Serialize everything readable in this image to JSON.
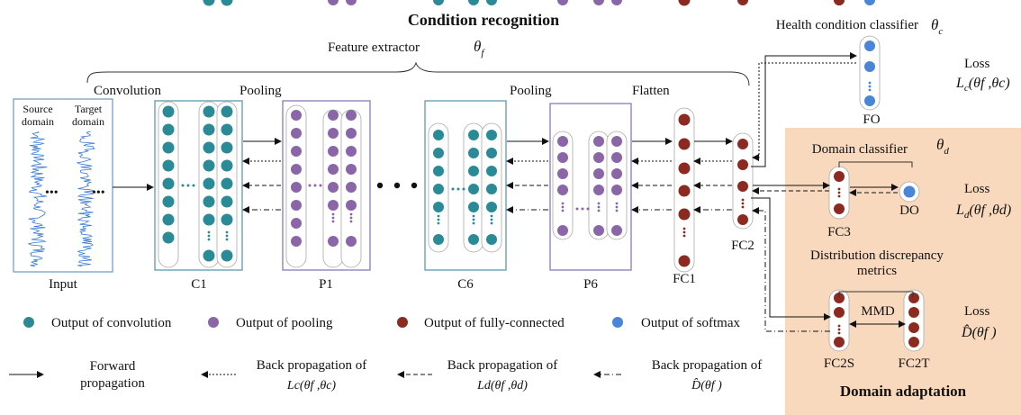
{
  "title": "Condition recognition",
  "feature_extractor": {
    "label": "Feature extractor",
    "symbol": "θ",
    "sub": "f"
  },
  "health_classifier": {
    "label": "Health condition classifier",
    "symbol": "θ",
    "sub": "c"
  },
  "domain_classifier": {
    "label": "Domain classifier",
    "symbol": "θ",
    "sub": "d"
  },
  "stage_labels": {
    "convolution": "Convolution",
    "pooling1": "Pooling",
    "pooling2": "Pooling",
    "flatten": "Flatten"
  },
  "input": {
    "source_top": "Source",
    "source_bottom": "domain",
    "target_top": "Target",
    "target_bottom": "domain",
    "label": "Input"
  },
  "blocks": {
    "c1": "C1",
    "p1": "P1",
    "c6": "C6",
    "p6": "P6",
    "fc1": "FC1",
    "fc2": "FC2",
    "fo": "FO",
    "fc3": "FC3",
    "do": "DO",
    "fc2s": "FC2S",
    "fc2t": "FC2T"
  },
  "distribution": {
    "line1": "Distribution discrepancy",
    "line2": "metrics",
    "mmd": "MMD"
  },
  "losses": {
    "loss_word": "Loss",
    "lc": {
      "main": "L",
      "sub": "c",
      "args": "(θf ,θc)"
    },
    "ld": {
      "main": "L",
      "sub": "d",
      "args": "(θf ,θd)"
    },
    "dhat": {
      "main": "D̂",
      "args": "(θf )"
    }
  },
  "domain_adaptation": "Domain adaptation",
  "legend_nodes": [
    {
      "label": "Output of convolution",
      "color": "#2a8a96"
    },
    {
      "label": "Output of pooling",
      "color": "#8a66a8"
    },
    {
      "label": "Output of fully-connected",
      "color": "#8c2a22"
    },
    {
      "label": "Output of softmax",
      "color": "#4a86d8"
    }
  ],
  "legend_arrows": {
    "forward": [
      "Forward",
      "propagation"
    ],
    "bp_intro": "Back propagation of",
    "bp_lc": "Lc(θf ,θc)",
    "bp_ld": "Ld(θf ,θd)",
    "bp_d": "D̂(θf )"
  },
  "colors": {
    "teal": "#2a8a96",
    "purple": "#8a66a8",
    "maroon": "#8c2a22",
    "blue": "#4a86d8",
    "box_conv": "#5a9cb0",
    "box_pool": "#8a7ab8",
    "panel": "#f9d9bd"
  }
}
